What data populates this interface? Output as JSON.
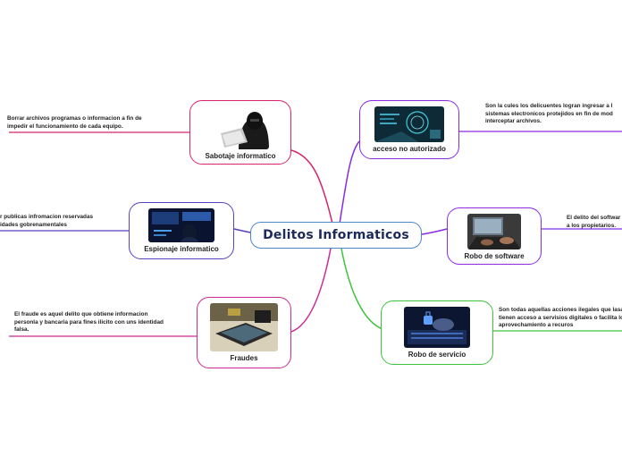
{
  "central_topic": "Delitos Informaticos",
  "branches": [
    {
      "id": "sabotaje",
      "label": "Sabotaje informatico",
      "note_lines": [
        "Borrar archivos programas o informacion a fin de",
        "impedir el funcionamiento de cada equipo."
      ],
      "color": "#d6246e",
      "image": "hacker-hoodie-photo"
    },
    {
      "id": "acceso",
      "label": "acceso no autorizado",
      "note_lines": [
        "Son la cules los delicuentes logran ingresar a l",
        "sistemas electronicos protejidos en fin de mod",
        "interceptar archivos."
      ],
      "color": "#8a2be2",
      "image": "digital-access-photo"
    },
    {
      "id": "espionaje",
      "label": "Espionaje informatico",
      "note_lines": [
        "r publicas infromacion reservadas",
        "idades gobrenamentales"
      ],
      "color": "#5a3fc0",
      "image": "cyber-spy-photo"
    },
    {
      "id": "software",
      "label": "Robo de software",
      "note_lines": [
        "El delito del softwar",
        "a los propietarios."
      ],
      "color": "#8a2be2",
      "image": "laptop-typing-photo"
    },
    {
      "id": "fraudes",
      "label": "Fraudes",
      "note_lines": [
        "El fraude es aquel delito que obtiene informacion",
        "personla y bancaria para fines ilicito con uns identidad",
        "falsa."
      ],
      "color": "#cc2a9a",
      "image": "card-theft-photo"
    },
    {
      "id": "servicio",
      "label": "Robo de servicio",
      "note_lines": [
        "Son todas aquellas acciones ilegales que lasa p",
        "tienen acceso a servisios digitales o facilita los",
        "aprovechamiento a recuros"
      ],
      "color": "#3cc43c",
      "image": "keyboard-hands-photo"
    }
  ]
}
